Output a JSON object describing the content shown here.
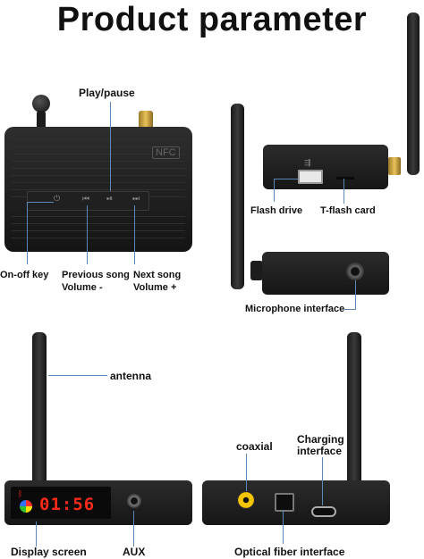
{
  "title": "Product parameter",
  "labels": {
    "play_pause": "Play/pause",
    "on_off": "On-off key",
    "prev_song": "Previous song",
    "prev_volume": "Volume -",
    "next_song": "Next song",
    "next_volume": "Volume +",
    "flash_drive": "Flash drive",
    "tflash_card": "T-flash card",
    "microphone": "Microphone interface",
    "antenna": "antenna",
    "coaxial": "coaxial",
    "charging_1": "Charging",
    "charging_2": "interface",
    "display_screen": "Display screen",
    "aux": "AUX",
    "optical": "Optical fiber interface"
  },
  "device": {
    "nfc_text": "NFC",
    "display_time": "01:56"
  },
  "colors": {
    "body": "#1e1e1e",
    "leader_line": "#5b88b5",
    "display_digits": "#ff2a1a",
    "coax_ring": "#f5c400"
  },
  "icons": [
    "power-icon",
    "previous-icon",
    "play-pause-icon",
    "next-icon",
    "usb-icon",
    "bluetooth-icon"
  ]
}
